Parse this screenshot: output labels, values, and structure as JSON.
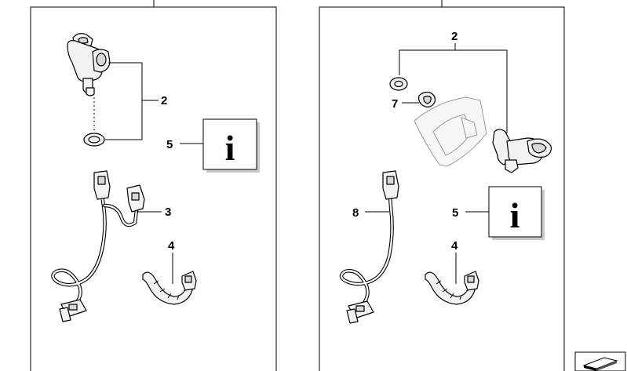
{
  "left_panel": {
    "labels": {
      "holder": "2",
      "info": "5",
      "cable": "3",
      "strap": "4"
    },
    "info_icon": "info-icon"
  },
  "right_panel": {
    "labels": {
      "holder": "2",
      "ring": "7",
      "cable": "8",
      "info": "5",
      "strap": "4"
    },
    "info_icon": "info-icon"
  },
  "info_symbol": "i",
  "corner_icon": "wedge-icon"
}
